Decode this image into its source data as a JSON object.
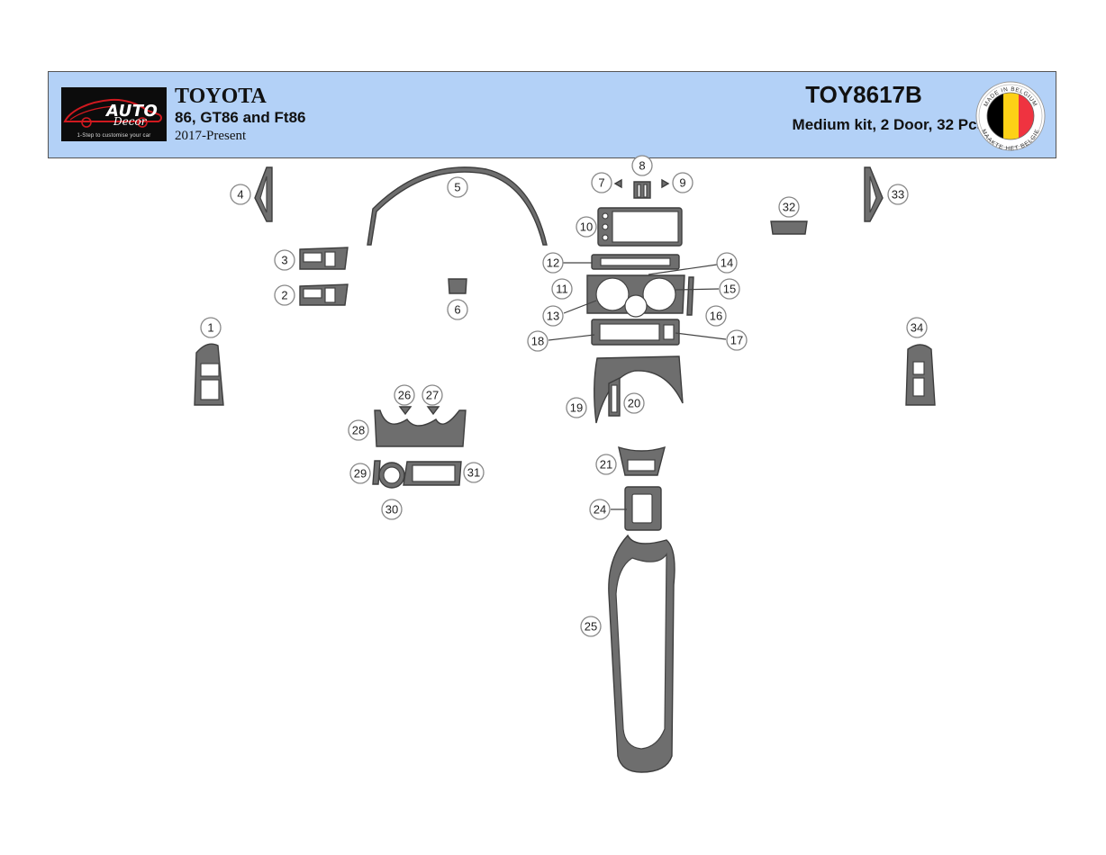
{
  "header": {
    "logo": {
      "brand_line1": "AUTO",
      "brand_line2": "Decor",
      "tagline": "1-Step to customise your car"
    },
    "make": "TOYOTA",
    "model": "86, GT86 and Ft86",
    "years": "2017-Present",
    "kit_code": "TOY8617B",
    "kit_description": "Medium kit, 2 Door, 32 Pcs",
    "badge": {
      "top_text": "MADE IN BELGIUM",
      "bottom_text": "MAAKTE HET BELGIE",
      "flag_colors": [
        "#000000",
        "#fdd116",
        "#ef3340"
      ]
    }
  },
  "colors": {
    "header_bg": "#b3d1f7",
    "part_fill": "#6e6e6e"
  },
  "labels": {
    "n1": "1",
    "n2": "2",
    "n3": "3",
    "n4": "4",
    "n5": "5",
    "n6": "6",
    "n7": "7",
    "n8": "8",
    "n9": "9",
    "n10": "10",
    "n11": "11",
    "n12": "12",
    "n13": "13",
    "n14": "14",
    "n15": "15",
    "n16": "16",
    "n17": "17",
    "n18": "18",
    "n19": "19",
    "n20": "20",
    "n21": "21",
    "n24": "24",
    "n25": "25",
    "n26": "26",
    "n27": "27",
    "n28": "28",
    "n29": "29",
    "n30": "30",
    "n31": "31",
    "n32": "32",
    "n33": "33",
    "n34": "34"
  }
}
